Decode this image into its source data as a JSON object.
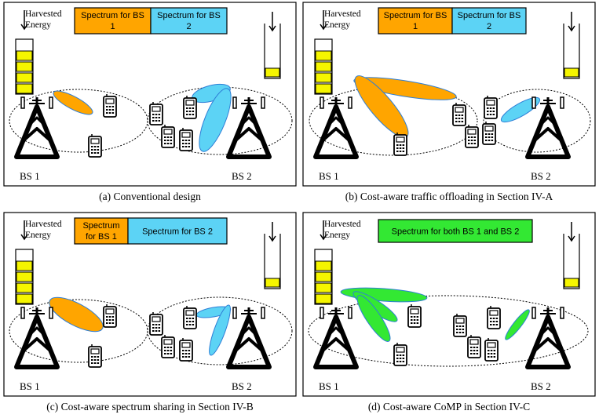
{
  "colors": {
    "bs1": "#ffa500",
    "bs2": "#5cd3f5",
    "shared": "#33e833",
    "battery": "#f5f500",
    "beam_stroke": "#2e7ed6"
  },
  "panels": [
    {
      "harvested_label_1": "Harvested",
      "harvested_label_2": "Energy",
      "spectrum_bar": [
        {
          "lines": [
            "Spectrum for BS",
            "1"
          ],
          "color_key": "bs1"
        },
        {
          "lines": [
            "Spectrum for BS",
            "2"
          ],
          "color_key": "bs2"
        }
      ],
      "battery_left_level": 4,
      "battery_right_level": 1,
      "bs1_label": "BS 1",
      "bs2_label": "BS 2",
      "caption": "(a) Conventional design"
    },
    {
      "harvested_label_1": "Harvested",
      "harvested_label_2": "Energy",
      "spectrum_bar": [
        {
          "lines": [
            "Spectrum for BS",
            "1"
          ],
          "color_key": "bs1"
        },
        {
          "lines": [
            "Spectrum for BS",
            "2"
          ],
          "color_key": "bs2"
        }
      ],
      "battery_left_level": 4,
      "battery_right_level": 1,
      "bs1_label": "BS 1",
      "bs2_label": "BS 2",
      "caption": "(b) Cost-aware traffic offloading in Section IV-A"
    },
    {
      "harvested_label_1": "Harvested",
      "harvested_label_2": "Energy",
      "spectrum_bar": [
        {
          "lines": [
            "Spectrum",
            "for BS 1"
          ],
          "color_key": "bs1"
        },
        {
          "lines": [
            "Spectrum for BS 2"
          ],
          "color_key": "bs2"
        }
      ],
      "battery_left_level": 4,
      "battery_right_level": 1,
      "bs1_label": "BS 1",
      "bs2_label": "BS 2",
      "caption": "(c) Cost-aware spectrum sharing in Section IV-B"
    },
    {
      "harvested_label_1": "Harvested",
      "harvested_label_2": "Energy",
      "spectrum_bar": [
        {
          "lines": [
            "Spectrum for both BS 1 and BS 2"
          ],
          "color_key": "shared"
        }
      ],
      "battery_left_level": 4,
      "battery_right_level": 1,
      "bs1_label": "BS 1",
      "bs2_label": "BS 2",
      "caption": "(d) Cost-aware CoMP in Section IV-C"
    }
  ]
}
